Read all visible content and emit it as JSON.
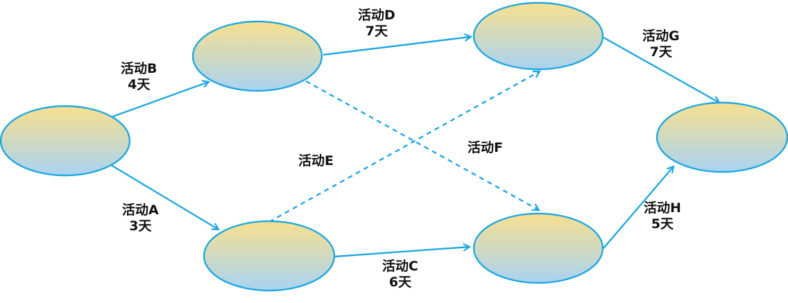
{
  "diagram": {
    "colors": {
      "node_stroke": "#1fa8e0",
      "node_fill_top": "#f8e08f",
      "node_fill_bottom": "#a9d3f2",
      "edge": "#1fa8e0",
      "text": "#111111"
    },
    "nodes": [
      {
        "id": "start"
      },
      {
        "id": "n2"
      },
      {
        "id": "n3"
      },
      {
        "id": "n4"
      },
      {
        "id": "n5"
      },
      {
        "id": "end"
      }
    ],
    "activities": [
      {
        "id": "A",
        "name": "活动A",
        "duration": "3天",
        "from": "start",
        "to": "n3",
        "style": "solid"
      },
      {
        "id": "B",
        "name": "活动B",
        "duration": "4天",
        "from": "start",
        "to": "n2",
        "style": "solid"
      },
      {
        "id": "C",
        "name": "活动C",
        "duration": "6天",
        "from": "n3",
        "to": "n5",
        "style": "solid"
      },
      {
        "id": "D",
        "name": "活动D",
        "duration": "7天",
        "from": "n2",
        "to": "n4",
        "style": "solid"
      },
      {
        "id": "E",
        "name": "活动E",
        "duration": "",
        "from": "n3",
        "to": "n4",
        "style": "dashed"
      },
      {
        "id": "F",
        "name": "活动F",
        "duration": "",
        "from": "n2",
        "to": "n5",
        "style": "dashed"
      },
      {
        "id": "G",
        "name": "活动G",
        "duration": "7天",
        "from": "n4",
        "to": "end",
        "style": "solid"
      },
      {
        "id": "H",
        "name": "活动H",
        "duration": "5天",
        "from": "n5",
        "to": "end",
        "style": "solid"
      }
    ]
  }
}
